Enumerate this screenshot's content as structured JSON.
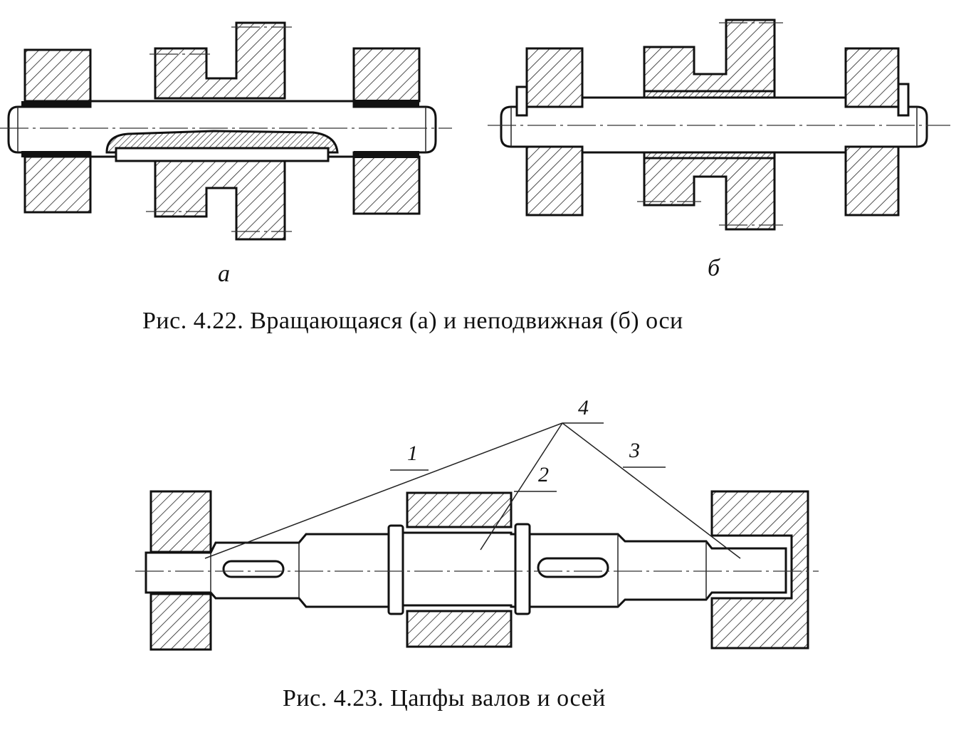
{
  "figure_4_22": {
    "sub_a": "а",
    "sub_b": "б",
    "caption": "Рис. 4.22. Вращающаяся (а) и неподвижная (б) оси"
  },
  "figure_4_23": {
    "callouts": [
      "1",
      "2",
      "3",
      "4"
    ],
    "caption": "Рис. 4.23. Цапфы валов и осей"
  }
}
